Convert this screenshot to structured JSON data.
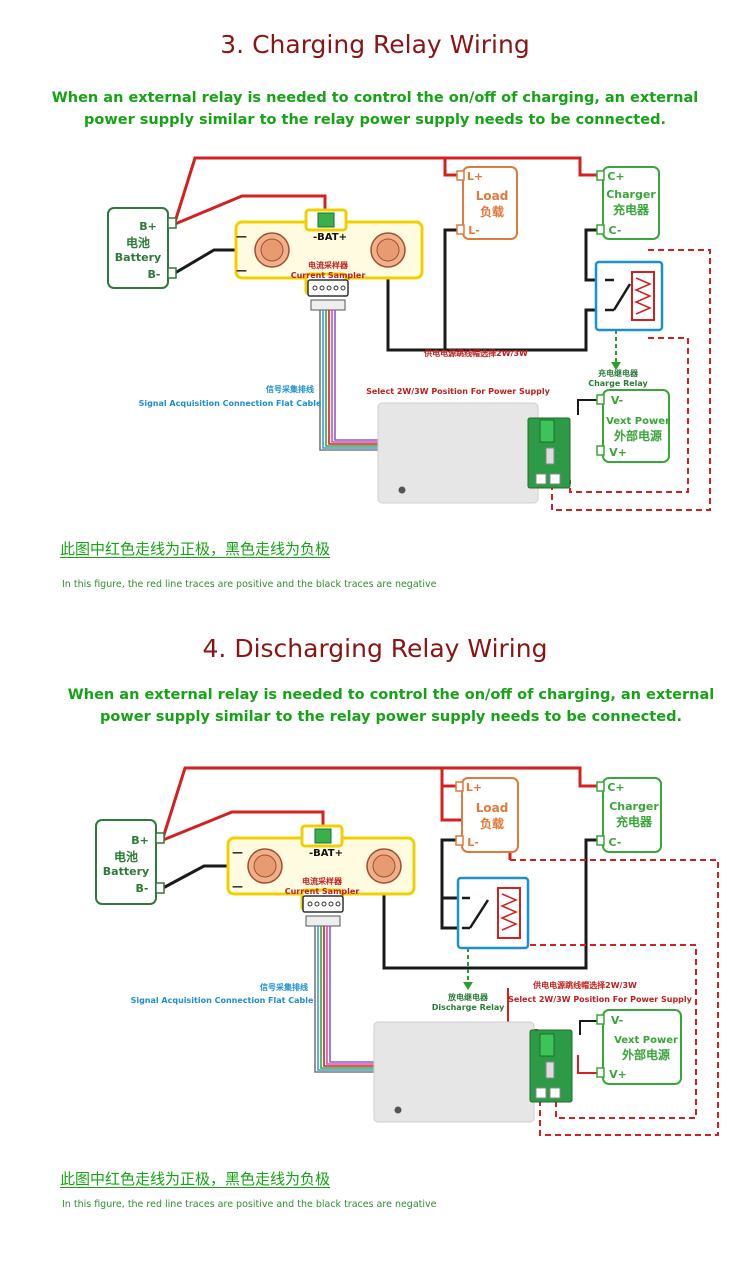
{
  "sections": [
    {
      "title": "3. Charging Relay Wiring",
      "desc_line1": "When an external relay is needed to control the on/off of charging, an external",
      "desc_line2": "power supply similar to the relay power supply needs to be connected.",
      "relay_cn": "充电继电器",
      "relay_en": "Charge Relay",
      "note_cn": "此图中红色走线为正极，黑色走线为负极",
      "note_en": "In this figure, the red line traces are positive and the black traces are negative"
    },
    {
      "title": "4. Discharging Relay Wiring",
      "desc_line1": "When an external relay is needed to control the on/off of charging, an external",
      "desc_line2": "power supply similar to the relay power supply needs to be connected.",
      "relay_cn": "放电继电器",
      "relay_en": "Discharge Relay",
      "note_cn": "此图中红色走线为正极，黑色走线为负极",
      "note_en": "In this figure, the red line traces are positive and the black traces are negative"
    }
  ],
  "labels": {
    "b_plus": "B+",
    "b_minus": "B-",
    "battery_cn": "电池",
    "battery_en": "Battery",
    "bat_plus": "-BAT+",
    "sampler_cn": "电流采样器",
    "sampler_en": "Current  Sampler",
    "load_en": "Load",
    "load_cn": "负载",
    "l_plus": "L+",
    "l_minus": "L-",
    "charger_en": "Charger",
    "charger_cn": "充电器",
    "c_plus": "C+",
    "c_minus": "C-",
    "vext_en": "Vext Power",
    "vext_cn": "外部电源",
    "v_minus": "V-",
    "v_plus": "V+",
    "jumper_cn": "供电电源跳线帽选择2W/3W",
    "jumper_en": "Select 2W/3W Position For Power Supply",
    "cable_cn": "信号采集排线",
    "cable_en": "Signal Acquisition Connection Flat Cable",
    "minus_sign": "—"
  },
  "colors": {
    "title": "#8b1414",
    "green_text": "#16a316",
    "red_wire": "#d42020",
    "black_wire": "#1a1a1a",
    "orange": "#e07a3c",
    "yellow": "#f0d000",
    "blue": "#1d8fd0",
    "device_green": "#2f7a3a"
  }
}
